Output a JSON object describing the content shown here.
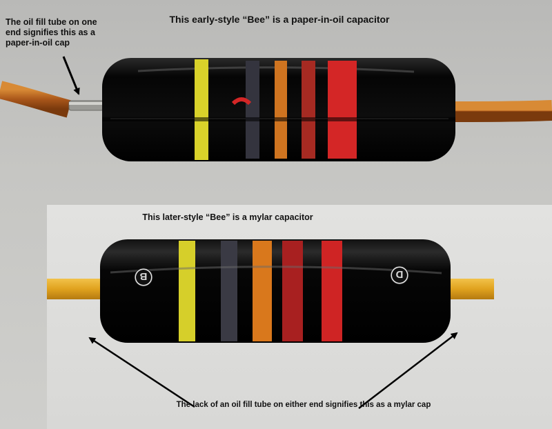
{
  "captions": {
    "top_title": "This early-style “Bee” is a paper-in-oil capacitor",
    "top_note": "The oil fill tube on one end signifies this as a paper-in-oil cap",
    "bottom_title": "This later-style “Bee” is a mylar capacitor",
    "bottom_note": "The lack of an oil fill tube on either end signifies this as a mylar cap"
  },
  "markings": {
    "left_letter": "B",
    "right_letter": "D"
  },
  "band_colors": {
    "yellow": "#d9d22a",
    "violet": "#4a4a55",
    "orange": "#d9781c",
    "red": "#d42626",
    "body": "#0b0b0b",
    "lead_top": "#b8661a",
    "lead_bottom": "#e0a21e"
  }
}
